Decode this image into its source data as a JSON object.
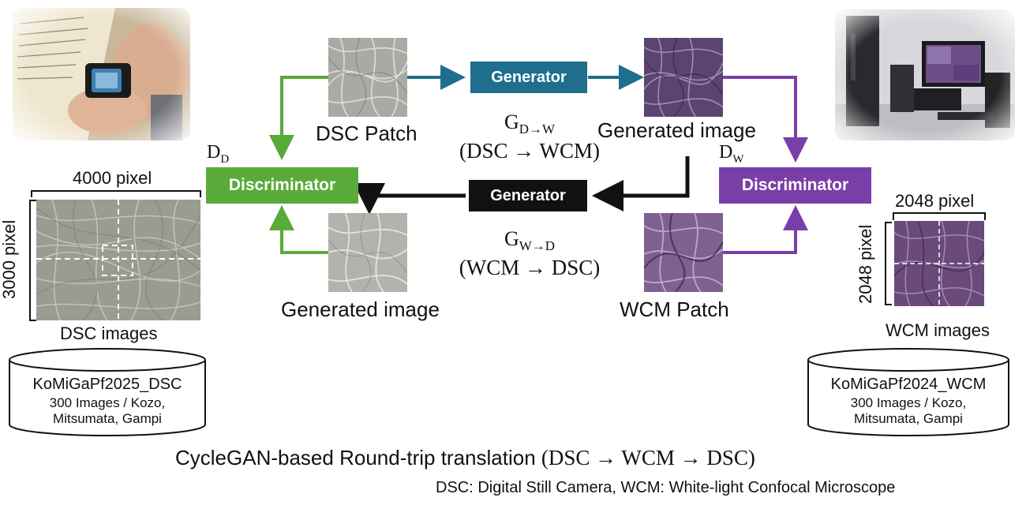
{
  "colors": {
    "dsc_green": "#5aaa3a",
    "generator_blue": "#1e6e8e",
    "generator_black": "#111111",
    "wcm_purple": "#7a3ea8"
  },
  "blocks": {
    "generator_top": "Generator",
    "generator_bottom": "Generator",
    "discriminator_left": "Discriminator",
    "discriminator_right": "Discriminator"
  },
  "patches": {
    "dsc_patch": "DSC Patch",
    "generated_top": "Generated image",
    "generated_bottom": "Generated image",
    "wcm_patch": "WCM Patch"
  },
  "math": {
    "g_dw": "G",
    "g_dw_sub": "D→W",
    "g_dw_desc": "(DSC → WCM)",
    "g_wd": "G",
    "g_wd_sub": "W→D",
    "g_wd_desc": "(WCM → DSC)",
    "d_d": "D",
    "d_d_sub": "D",
    "d_w": "D",
    "d_w_sub": "W"
  },
  "left": {
    "width_label": "4000 pixel",
    "height_label": "3000 pixel",
    "caption": "DSC images",
    "db_name": "KoMiGaPf2025_DSC",
    "db_line1": "300 Images / Kozo,",
    "db_line2": "Mitsumata, Gampi"
  },
  "right": {
    "width_label": "2048 pixel",
    "height_label": "2048 pixel",
    "caption": "WCM images",
    "db_name": "KoMiGaPf2024_WCM",
    "db_line1": "300 Images / Kozo,",
    "db_line2": "Mitsumata, Gampi"
  },
  "footer": {
    "title_main": "CycleGAN-based Round-trip translation ",
    "title_formula": "(DSC → WCM → DSC)",
    "note": "DSC: Digital Still Camera, WCM: White-light Confocal Microscope"
  }
}
